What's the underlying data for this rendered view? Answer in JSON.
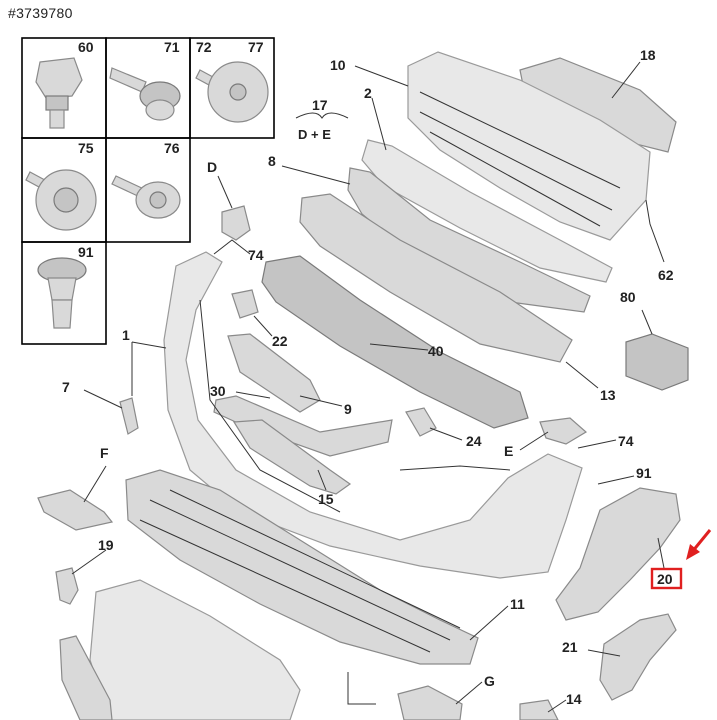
{
  "reference": "#3739780",
  "colors": {
    "highlight": "#e02020",
    "part_fill": "#d9d9d9",
    "outline": "#8a8a8a"
  },
  "hardware_grid": {
    "cells": [
      {
        "labels": [
          "60"
        ]
      },
      {
        "labels": [
          "71"
        ]
      },
      {
        "labels": [
          "72",
          "77"
        ]
      },
      {
        "labels": [
          "75"
        ]
      },
      {
        "labels": [
          "76"
        ]
      },
      {
        "labels": [
          "91"
        ]
      }
    ]
  },
  "callouts": {
    "c10": "10",
    "c18": "18",
    "c17": "17",
    "c17_sub": "D + E",
    "c2": "2",
    "c8": "8",
    "cD": "D",
    "c74a": "74",
    "c62": "62",
    "c1": "1",
    "c22": "22",
    "c80": "80",
    "c40": "40",
    "c7": "7",
    "c13": "13",
    "c30": "30",
    "c9": "9",
    "c24": "24",
    "cE": "E",
    "c74b": "74",
    "cF": "F",
    "c91": "91",
    "c15": "15",
    "c20": "20",
    "c19": "19",
    "c11": "11",
    "c21": "21",
    "cG": "G",
    "c14": "14"
  },
  "highlighted_part": "20",
  "icons": [
    "red-arrow-icon"
  ]
}
